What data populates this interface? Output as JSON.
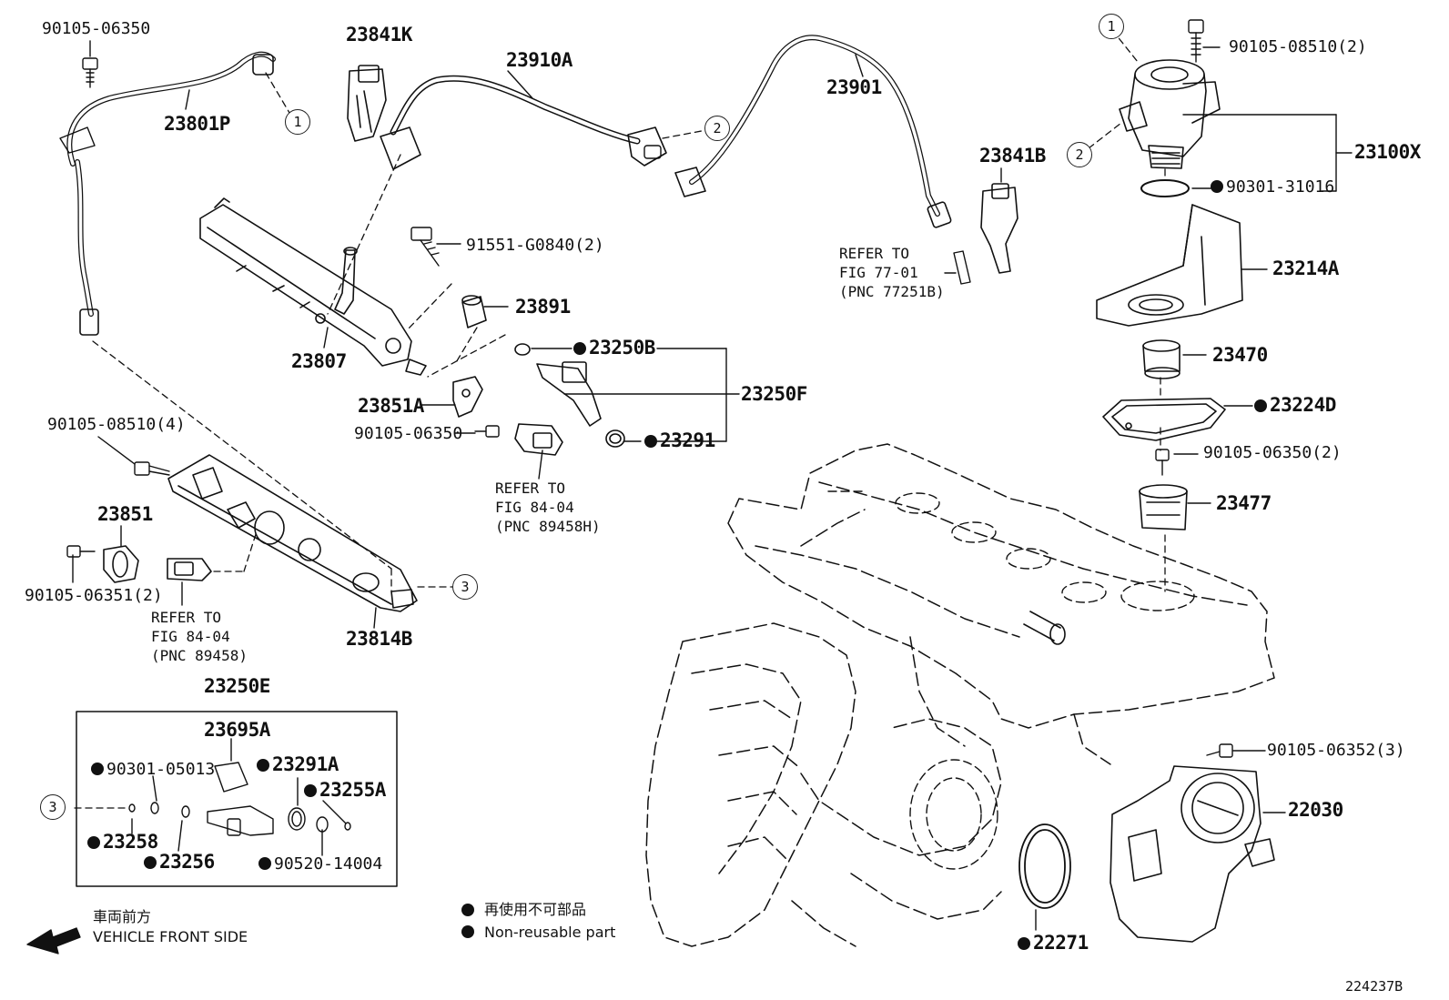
{
  "labels": {
    "p_90105_06350_top": "90105-06350",
    "p_23801P": "23801P",
    "p_23841K": "23841K",
    "p_23910A": "23910A",
    "p_23901": "23901",
    "p_23841B": "23841B",
    "p_90105_08510_2": "90105-08510(2)",
    "p_23100X": "23100X",
    "p_90301_31016": "90301-31016",
    "p_23214A": "23214A",
    "p_23470": "23470",
    "p_23224D": "23224D",
    "p_90105_06350_2": "90105-06350(2)",
    "p_23477": "23477",
    "p_91551_G0840_2": "91551-G0840(2)",
    "p_23891": "23891",
    "p_23807": "23807",
    "p_23250B": "23250B",
    "p_23250F": "23250F",
    "p_23291": "23291",
    "p_23851A": "23851A",
    "p_90105_06350_mid": "90105-06350",
    "p_90105_08510_4": "90105-08510(4)",
    "p_23851": "23851",
    "p_90105_06351_2": "90105-06351(2)",
    "p_23814B": "23814B",
    "p_23250E": "23250E",
    "p_23695A": "23695A",
    "p_90301_05013": "90301-05013",
    "p_23291A": "23291A",
    "p_23255A": "23255A",
    "p_23258": "23258",
    "p_23256": "23256",
    "p_90520_14004": "90520-14004",
    "p_90105_06352_3": "90105-06352(3)",
    "p_22030": "22030",
    "p_22271": "22271"
  },
  "references": {
    "fig77": "REFER TO\nFIG 77-01\n(PNC 77251B)",
    "fig84_sensor": "REFER TO\nFIG 84-04\n(PNC 89458H)",
    "fig84_temp": "REFER TO\nFIG 84-04\n(PNC 89458)"
  },
  "callouts": {
    "c1": "1",
    "c2": "2",
    "c3": "3"
  },
  "legend": {
    "jp": "再使用不可部品",
    "en": "Non-reusable part"
  },
  "front": {
    "jp": "車両前方",
    "en": "VEHICLE FRONT SIDE"
  },
  "illustration_id": "224237B"
}
